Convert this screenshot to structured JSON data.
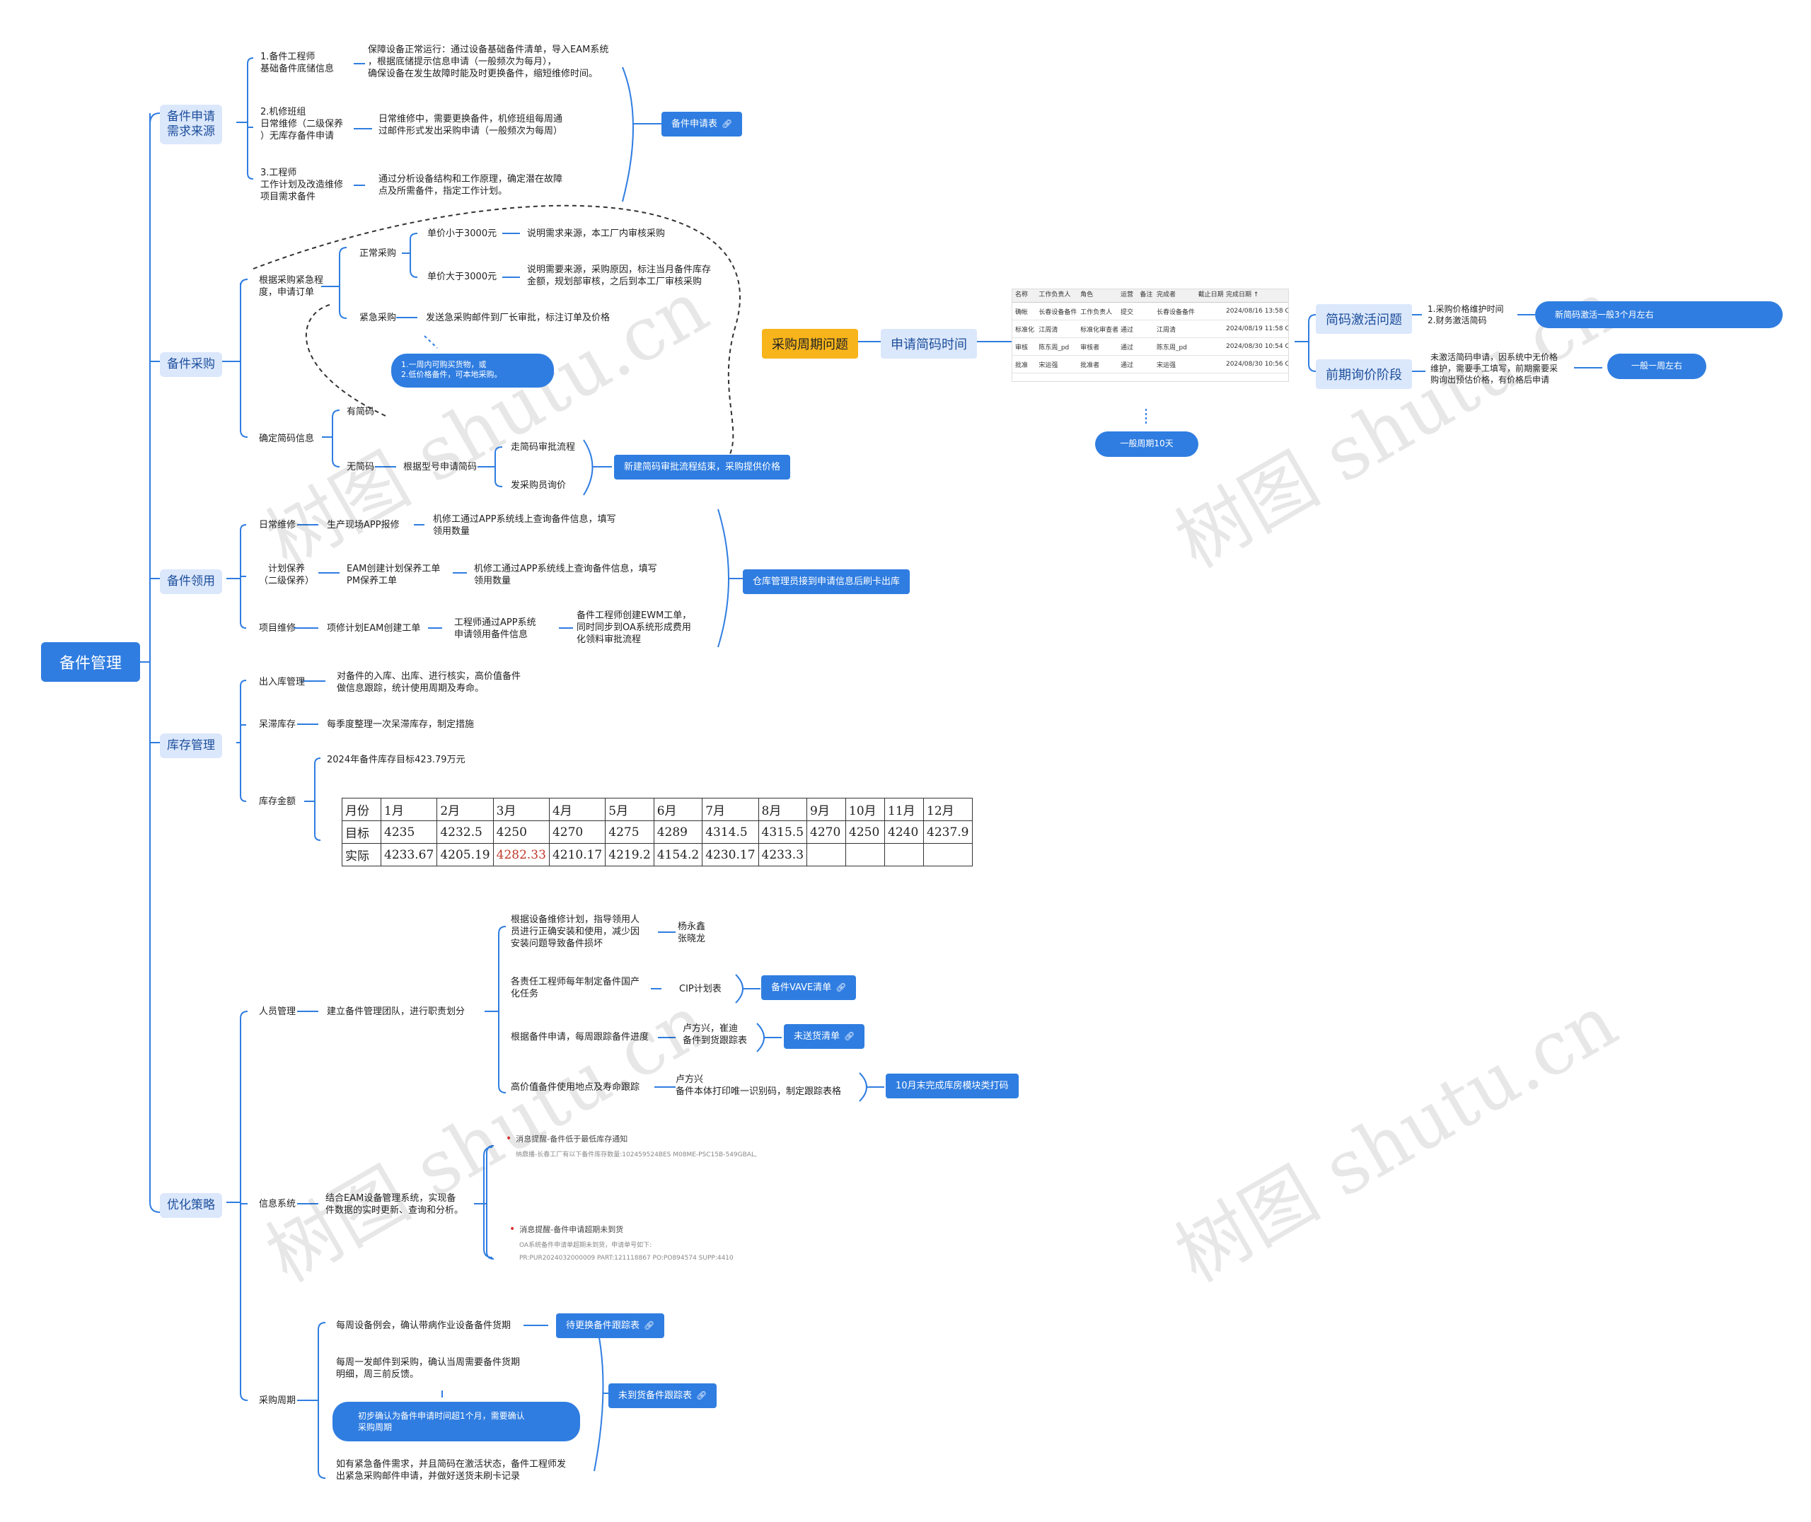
{
  "root": "备件管理",
  "branches": {
    "b1": "备件申请\n需求来源",
    "b2": "备件采购",
    "b3": "备件领用",
    "b4": "库存管理",
    "b5": "优化策略"
  },
  "demand": {
    "i1": "1.备件工程师\n基础备件底储信息",
    "d1": "保障设备正常运行：通过设备基础备件清单，导入EAM系统\n，根据底储提示信息申请（一般频次为每月），\n确保设备在发生故障时能及时更换备件，缩短维修时间。",
    "i2": "2.机修班组\n日常维修（二级保养\n）无库存备件申请",
    "d2": "日常维修中，需要更换备件，机修班组每周通\n过邮件形式发出采购申请（一般频次为每周）",
    "i3": "3.工程师\n工作计划及改造维修\n项目需求备件",
    "d3": "通过分析设备结构和工作原理，确定潜在故障\n点及所需备件，指定工作计划。",
    "btn": "备件申请表"
  },
  "purchase": {
    "a": "根据采购紧急程\n度，申请订单",
    "normal": "正常采购",
    "lt": "单价小于3000元",
    "lt_d": "说明需求来源，本工厂内审核采购",
    "gt": "单价大于3000元",
    "gt_d": "说明需要来源，采购原因，标注当月备件库存\n金额，规划部审核，之后到本工厂审核采购",
    "urgent": "紧急采购",
    "urgent_d": "发送急采购邮件到厂长审批，标注订单及价格",
    "note": "1.一周内可购买货物，或\n2.低价格备件，可本地采购。",
    "confirm": "确定简码信息",
    "has": "有简码",
    "none": "无简码",
    "apply": "根据型号申请简码",
    "flow": "走简码审批流程",
    "inquiry": "发采购员询价",
    "result": "新建简码审批流程结束，采购提供价格"
  },
  "issue": {
    "i1": "日常维修",
    "i1a": "生产现场APP报修",
    "i1b": "机修工通过APP系统线上查询备件信息，填写\n领用数量",
    "i2": "计划保养\n（二级保养）",
    "i2a": "EAM创建计划保养工单\nPM保养工单",
    "i2b": "机修工通过APP系统线上查询备件信息，填写\n领用数量",
    "i3": "项目维修",
    "i3a": "项修计划EAM创建工单",
    "i3b": "工程师通过APP系统\n申请领用备件信息",
    "i3c": "备件工程师创建EWM工单，\n同时同步到OA系统形成费用\n化领料审批流程",
    "result": "仓库管理员接到申请信息后刷卡出库"
  },
  "stock": {
    "i1": "出入库管理",
    "i1d": "对备件的入库、出库、进行核实，高价值备件\n做信息跟踪，统计使用周期及寿命。",
    "i2": "呆滞库存",
    "i2d": "每季度整理一次呆滞库存，制定措施",
    "i3": "库存金额",
    "target": "2024年备件库存目标423.79万元",
    "table": {
      "header": [
        "月份",
        "1月",
        "2月",
        "3月",
        "4月",
        "5月",
        "6月",
        "7月",
        "8月",
        "9月",
        "10月",
        "11月",
        "12月"
      ],
      "target": [
        "目标",
        "4235",
        "4232.5",
        "4250",
        "4270",
        "4275",
        "4289",
        "4314.5",
        "4315.5",
        "4270",
        "4250",
        "4240",
        "4237.9"
      ],
      "actual": [
        "实际",
        "4233.67",
        "4205.19",
        "4282.33",
        "4210.17",
        "4219.2",
        "4154.2",
        "4230.17",
        "4233.3",
        "",
        "",
        "",
        ""
      ]
    },
    "highlight_color": "#c0392b"
  },
  "optimize": {
    "people": "人员管理",
    "team": "建立备件管理团队，进行职责划分",
    "p1": "根据设备维修计划，指导领用人\n员进行正确安装和使用，减少因\n安装问题导致备件损坏",
    "p1n": "杨永鑫\n张晓龙",
    "p2": "各责任工程师每年制定备件国产\n化任务",
    "p2n": "CIP计划表",
    "p2b": "备件VAVE清单",
    "p3": "根据备件申请，每周跟踪备件进度",
    "p3n": "卢方兴，崔迪\n备件到货跟踪表",
    "p3b": "未送货清单",
    "p4": "高价值备件使用地点及寿命跟踪",
    "p4n": "卢方兴\n备件本体打印唯一识别码，制定跟踪表格",
    "p4b": "10月末完成库房模块类打码",
    "info": "信息系统",
    "info_d": "结合EAM设备管理系统，实现备\n件数据的实时更新、查询和分析。",
    "msg1": "消息提醒-备件低于最低库存通知",
    "msg1s": "纳鼎播-长春工厂有以下备件库存数量:102459524BES M08ME-PSC15B-549GBAL,",
    "msg2": "消息提醒-备件申请超期未到货",
    "msg2s": "OA系统备件申请单超期未到货，申请单号如下:\nPR:PUR2024032000009 PART:121118867 PO:PO894574 SUPP:4410",
    "cycle": "采购周期",
    "c1": "每周设备例会，确认带病作业设备备件货期",
    "c1b": "待更换备件跟踪表",
    "c2": "每周一发邮件到采购，确认当周需要备件货期\n明细，周三前反馈。",
    "c2p": "初步确认为备件申请时间超1个月，需要确认\n采购周期",
    "c3": "如有紧急备件需求，并且简码在激活状态，备件工程师发\n出紧急采购邮件申请，并做好送货未刷卡记录",
    "cb": "未到货备件跟踪表"
  },
  "cycle_issue": {
    "title": "采购周期问题",
    "apply": "申请简码时间",
    "period": "一般周期10天",
    "activate": "简码激活问题",
    "activate_d": "1.采购价格维护时间\n2.财务激活简码",
    "activate_r": "新简码激活一般3个月左右",
    "inquiry": "前期询价阶段",
    "inquiry_d": "未激活简码申请，因系统中无价格\n维护，需要手工填写，前期需要采\n购询出预估价格，有价格后申请",
    "inquiry_r": "一般一周左右"
  },
  "screenshot": {
    "headers": [
      "名称",
      "工作负责人",
      "角色",
      "运营",
      "备注",
      "完成者",
      "截止日期",
      "完成日期 ↑"
    ],
    "rows": [
      [
        "确帐",
        "长春设备备件",
        "工作负责人",
        "提交",
        "",
        "长春设备备件",
        "",
        "2024/08/16 13:58 CST"
      ],
      [
        "标准化",
        "江周清",
        "标准化审查者",
        "通过",
        "",
        "江周清",
        "",
        "2024/08/19 11:58 CST"
      ],
      [
        "审核",
        "陈东周_pd",
        "审核者",
        "通过",
        "",
        "陈东周_pd",
        "",
        "2024/08/30 10:54 CST"
      ],
      [
        "批准",
        "宋运强",
        "批准者",
        "通过",
        "",
        "宋运强",
        "",
        "2024/08/30 10:56 CST"
      ]
    ]
  },
  "watermark": "树图 shutu.cn",
  "colors": {
    "accent": "#2f7de1",
    "branch_bg": "#dbe7fb",
    "yellow": "#f7b41b",
    "line": "#2f7de1"
  }
}
